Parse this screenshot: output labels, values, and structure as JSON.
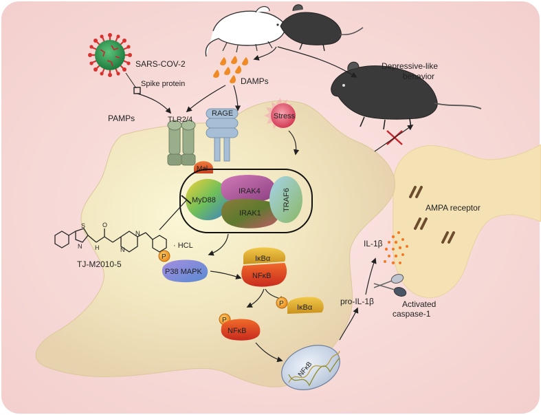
{
  "labels": {
    "sars_cov_2": "SARS-COV-2",
    "spike_protein": "Spike protein",
    "pamps": "PAMPs",
    "damps": "DAMPs",
    "tlr24": "TLR2/4",
    "rage": "RAGE",
    "stress": "Stress",
    "depressive_line1": "Depressive-like",
    "depressive_line2": "behavior",
    "mal": "Mal",
    "myd88": "MyD88",
    "irak4": "IRAK4",
    "irak1": "IRAK1",
    "traf6": "TRAF6",
    "drug_name": "TJ-M2010-5",
    "hcl": "· HCL",
    "phospho": "P",
    "p38": "P38 MAPK",
    "ikba": "IκBα",
    "nfkb": "NFκB",
    "nfkb_dna": "NFκB",
    "pro_il1b": "pro-IL-1β",
    "il1b": "IL-1β",
    "activated_line1": "Activated",
    "activated_line2": "caspase-1",
    "ampa": "AMPA receptor"
  },
  "colors": {
    "background": "#f6d6d4",
    "cell_body": "#efe2bf",
    "virus_core": "#2f9a55",
    "virus_spike": "#d8322e",
    "damp_drop": "#f08a24",
    "tlr": "#9aae8c",
    "rage": "#a6bed6",
    "stress": "#e0566b",
    "irak4": "#b0589c",
    "irak1": "#6f6a2e",
    "traf6": "#7fb9d8",
    "myd88": "#6fbf5a",
    "p38": "#8c7fc8",
    "ikba": "#d9a82a",
    "nfkb": "#d8442a",
    "il1b_dot": "#f07a2a",
    "inhibit_mark": "#c8232c",
    "ampa_bar": "#6e4d2e"
  }
}
